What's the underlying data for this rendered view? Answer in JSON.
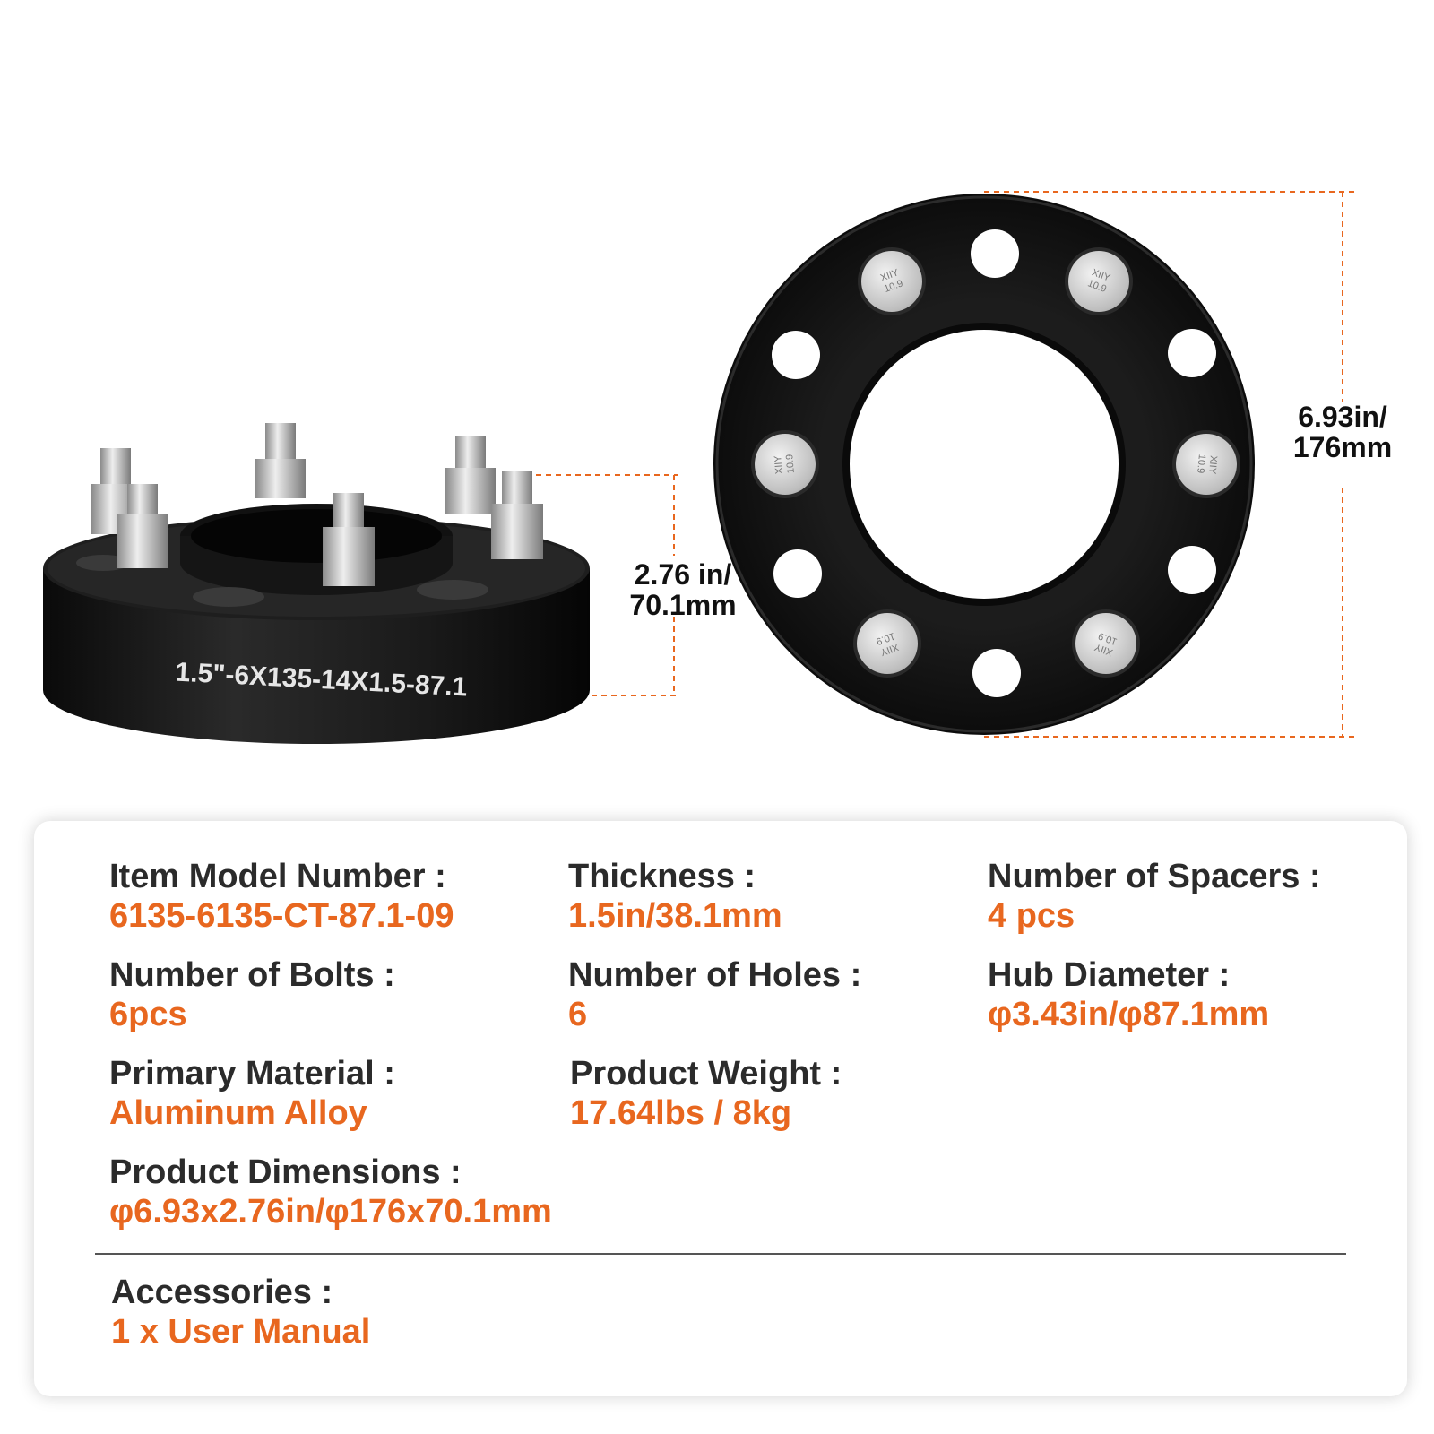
{
  "figure": {
    "spacer_side_stamp": "1.5\"-6X135-14X1.5-87.1",
    "bolt_marking": "XIIY 10.9",
    "thickness_label": "2.76 in/\n70.1mm",
    "diameter_label": "6.93in/\n176mm",
    "colors": {
      "spacer_body": "#141414",
      "dimension_line": "#e8671f",
      "bolt": "#c9c9c9"
    }
  },
  "specs": [
    {
      "label": "Item Model Number :",
      "value": "6135-6135-CT-87.1-09"
    },
    {
      "label": "Thickness :",
      "value": "1.5in/38.1mm"
    },
    {
      "label": "Number of Spacers :",
      "value": "4 pcs"
    },
    {
      "label": "Number of Bolts :",
      "value": "6pcs"
    },
    {
      "label": "Number of Holes :",
      "value": "6"
    },
    {
      "label": "Hub Diameter :",
      "value": "φ3.43in/φ87.1mm"
    },
    {
      "label": "Primary Material :",
      "value": "Aluminum Alloy"
    },
    {
      "label": "Product Weight :",
      "value": "17.64lbs / 8kg"
    },
    {
      "label": "Product Dimensions :",
      "value": "φ6.93x2.76in/φ176x70.1mm"
    }
  ],
  "accessories": {
    "label": "Accessories :",
    "value": "1 x User Manual"
  },
  "colors": {
    "label": "#2b2b2b",
    "value": "#e8671f"
  }
}
